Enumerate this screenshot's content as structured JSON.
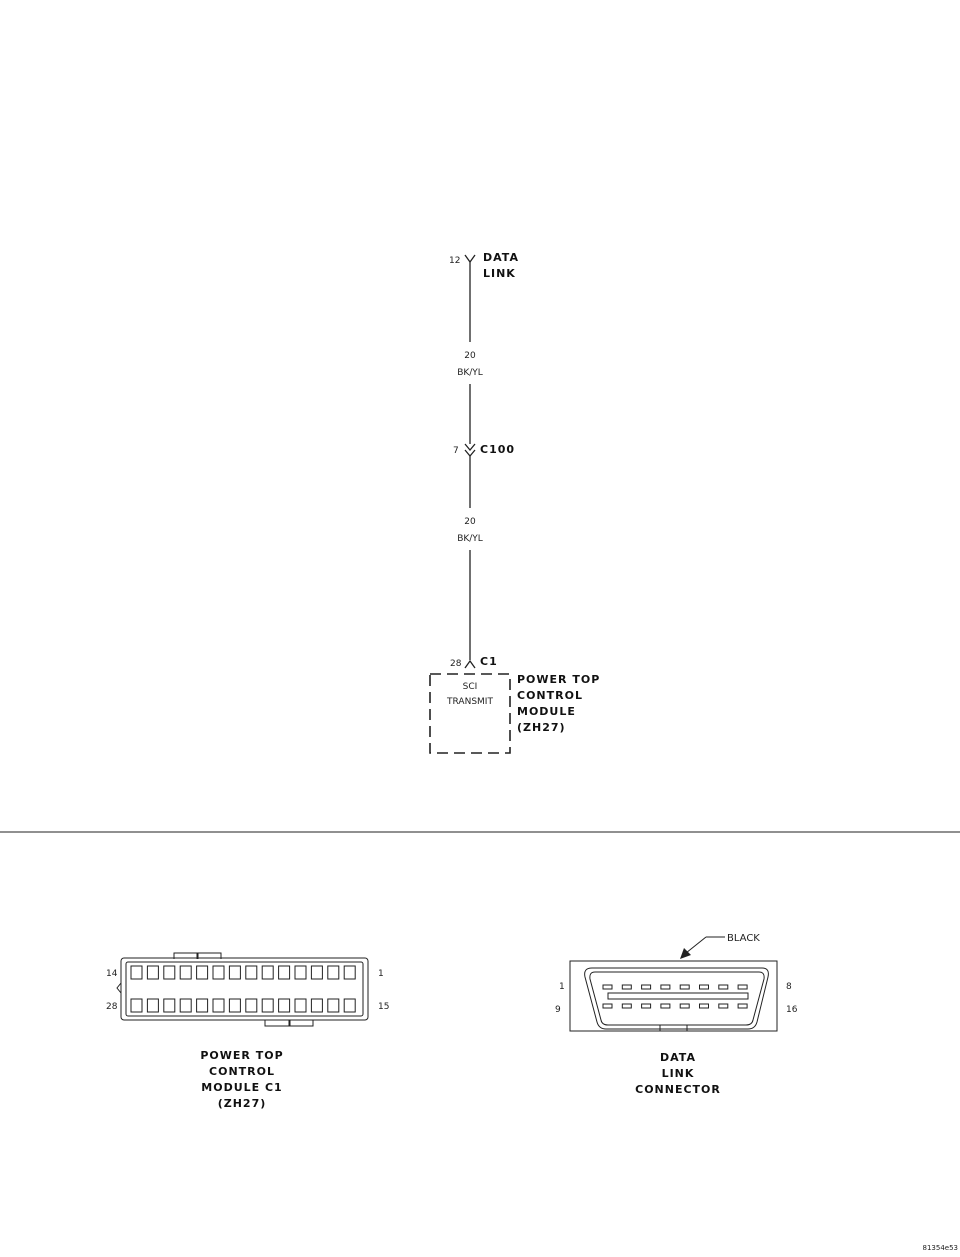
{
  "schematic": {
    "data_link": {
      "pin": "12",
      "name_line1": "DATA",
      "name_line2": "LINK"
    },
    "wire1": {
      "gauge": "20",
      "color": "BK/YL"
    },
    "c100": {
      "pin": "7",
      "name": "C100"
    },
    "wire2": {
      "gauge": "20",
      "color": "BK/YL"
    },
    "c1": {
      "pin": "28",
      "name": "C1"
    },
    "module": {
      "pin_function_line1": "SCI",
      "pin_function_line2": "TRANSMIT",
      "name_lines": [
        "POWER TOP",
        "CONTROL",
        "MODULE",
        "(ZH27)"
      ]
    }
  },
  "connectors": {
    "ptcm_c1": {
      "pin_top_left": "14",
      "pin_top_right": "1",
      "pin_bottom_left": "28",
      "pin_bottom_right": "15",
      "caption_lines": [
        "POWER TOP",
        "CONTROL",
        "MODULE C1",
        "(ZH27)"
      ]
    },
    "dlc": {
      "callout": "BLACK",
      "pin_top_left": "1",
      "pin_top_right": "8",
      "pin_bottom_left": "9",
      "pin_bottom_right": "16",
      "caption_lines": [
        "DATA",
        "LINK",
        "CONNECTOR"
      ]
    }
  },
  "figure_id": "81354e53"
}
